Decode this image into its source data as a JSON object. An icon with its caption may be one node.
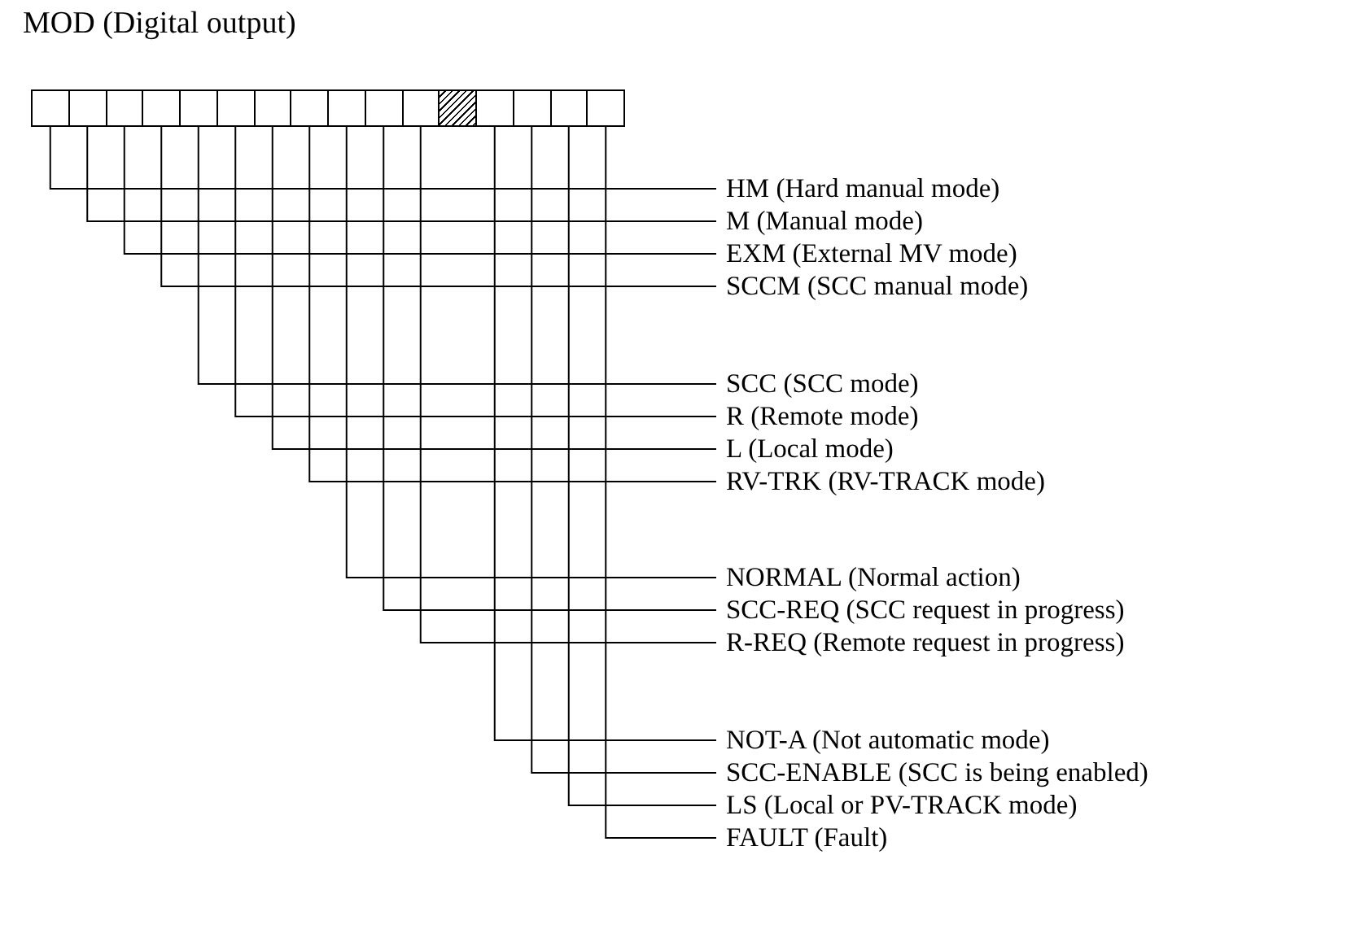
{
  "diagram": {
    "title": "MOD (Digital output)",
    "nodes": [
      {
        "text": [],
        "shape": "box"
      },
      {
        "text": [],
        "shape": "box"
      },
      {
        "text": [],
        "shape": "box"
      },
      {
        "text": [],
        "shape": "box"
      },
      {
        "text": [],
        "shape": "box"
      },
      {
        "text": [],
        "shape": "box"
      },
      {
        "text": [],
        "shape": "box"
      },
      {
        "text": [],
        "shape": "box"
      },
      {
        "text": [],
        "shape": "box"
      },
      {
        "text": [],
        "shape": "box"
      },
      {
        "text": [],
        "shape": "box"
      },
      {
        "text": [],
        "shape": "box"
      },
      {
        "text": [],
        "shape": "box"
      },
      {
        "text": [],
        "shape": "box"
      },
      {
        "text": [],
        "shape": "box"
      },
      {
        "text": [],
        "shape": "box"
      },
      {
        "text": [
          "HM (Hard manual mode)"
        ]
      },
      {
        "text": [
          "M (Manual mode)"
        ]
      },
      {
        "text": [
          "EXM (External MV mode)"
        ]
      },
      {
        "text": [
          "SCCM (SCC manual mode)"
        ]
      },
      {
        "text": [
          "SCC (SCC mode)"
        ]
      },
      {
        "text": [
          "R (Remote mode)"
        ]
      },
      {
        "text": [
          "L (Local mode)"
        ]
      },
      {
        "text": [
          "RV-TRK (RV-TRACK mode)"
        ]
      },
      {
        "text": [
          "NORMAL (Normal action)"
        ]
      },
      {
        "text": [
          "SCC-REQ (SCC request in progress)"
        ]
      },
      {
        "text": [
          "R-REQ (Remote request in progress)"
        ]
      },
      {
        "text": [
          "NOT-A (Not automatic mode)"
        ]
      },
      {
        "text": [
          "SCC-ENABLE (SCC is being enabled)"
        ]
      },
      {
        "text": [
          "LS (Local or PV-TRACK mode)"
        ]
      },
      {
        "text": [
          "FAULT (Fault)"
        ]
      }
    ],
    "edges": [
      {
        "from": 0,
        "to": 16,
        "arrow": "none"
      },
      {
        "from": 1,
        "to": 17,
        "arrow": "none"
      },
      {
        "from": 2,
        "to": 18,
        "arrow": "none"
      },
      {
        "from": 3,
        "to": 19,
        "arrow": "none"
      },
      {
        "from": 4,
        "to": 20,
        "arrow": "none"
      },
      {
        "from": 5,
        "to": 21,
        "arrow": "none"
      },
      {
        "from": 6,
        "to": 22,
        "arrow": "none"
      },
      {
        "from": 7,
        "to": 23,
        "arrow": "none"
      },
      {
        "from": 8,
        "to": 24,
        "arrow": "none"
      },
      {
        "from": 9,
        "to": 25,
        "arrow": "none"
      },
      {
        "from": 10,
        "to": 26,
        "arrow": "none"
      },
      {
        "from": 12,
        "to": 27,
        "arrow": "none"
      },
      {
        "from": 13,
        "to": 28,
        "arrow": "none"
      },
      {
        "from": 14,
        "to": 29,
        "arrow": "none"
      },
      {
        "from": 15,
        "to": 30,
        "arrow": "none"
      }
    ]
  }
}
